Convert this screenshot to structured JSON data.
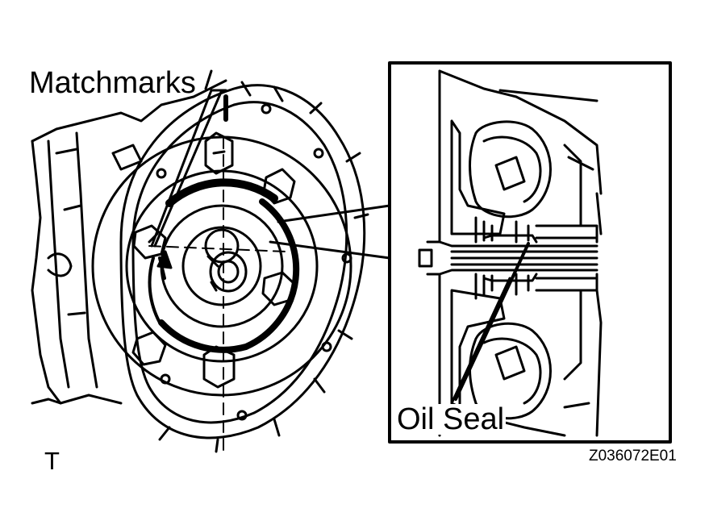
{
  "labels": {
    "matchmarks": "Matchmarks",
    "oil_seal": "Oil Seal",
    "view_mark": "T",
    "figure_code": "Z036072E01"
  }
}
